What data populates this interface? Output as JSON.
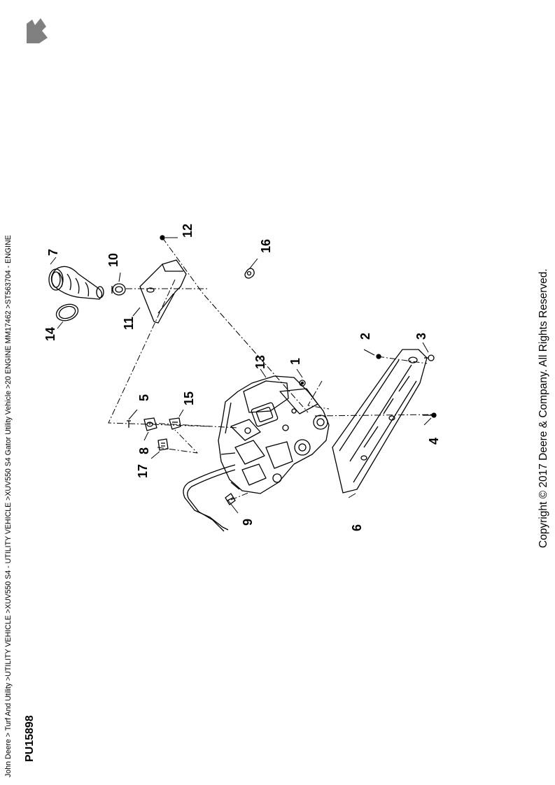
{
  "breadcrumb": "John Deere > Turf And Utility >UTILITY VEHICLE >XUV550 S4 - UTILITY VEHICLE >XUV550 S4 Gator Utility Vehicle >20 ENGINE MM17462 >ST563704 - ENGINE",
  "copyright": "Copyright © 2017 Deere & Company. All Rights Reserved.",
  "figure_id": "PU15898",
  "logo_icon": "deer-logo-icon",
  "callouts": [
    "1",
    "2",
    "3",
    "4",
    "5",
    "6",
    "7",
    "8",
    "9",
    "10",
    "11",
    "12",
    "13",
    "14",
    "15",
    "16",
    "17"
  ]
}
